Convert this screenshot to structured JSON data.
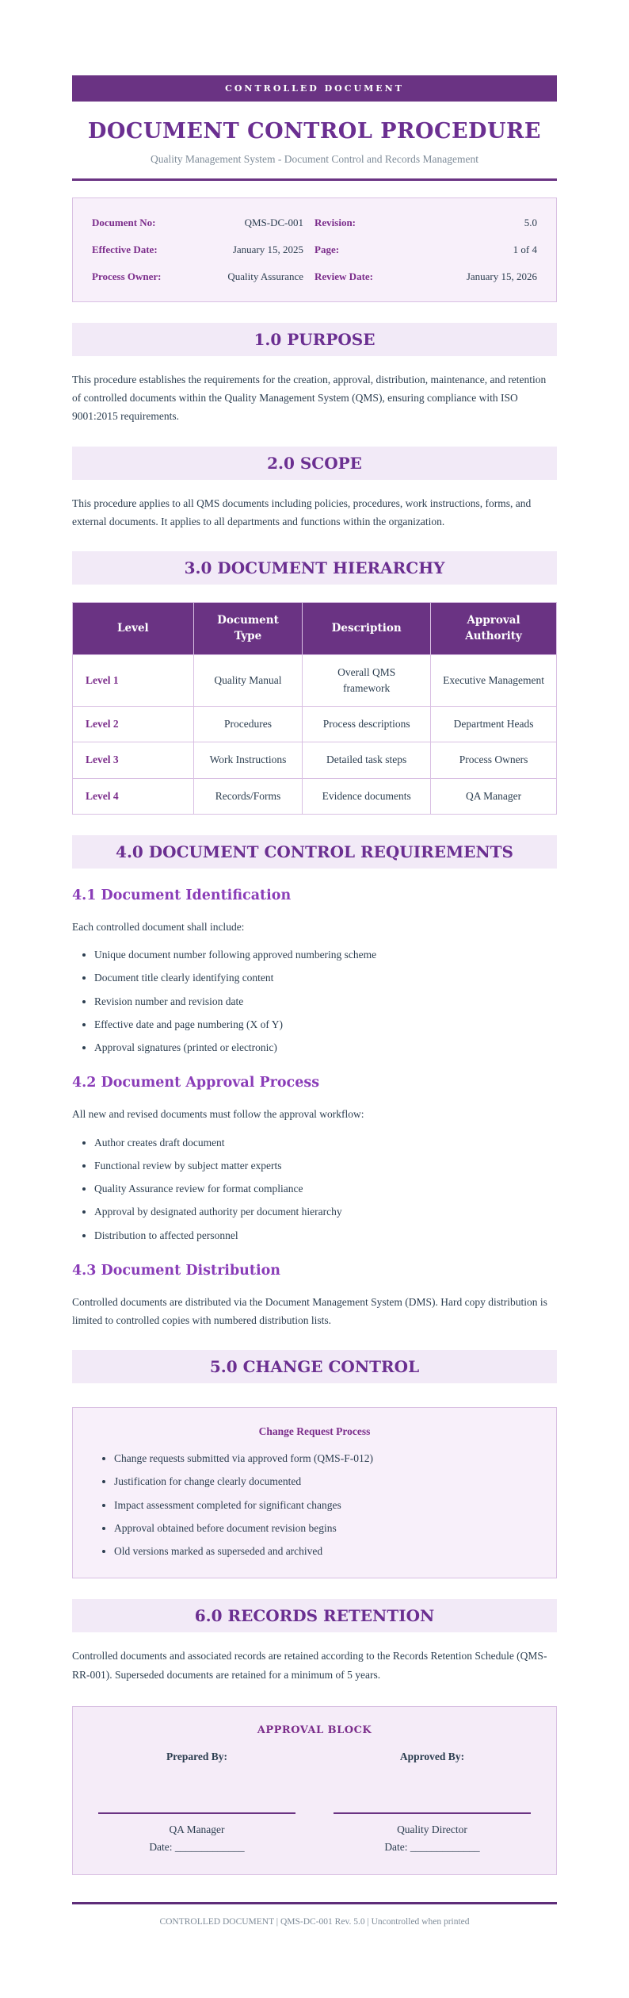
{
  "banner": "CONTROLLED DOCUMENT",
  "title": "DOCUMENT CONTROL PROCEDURE",
  "subtitle": "Quality Management System - Document Control and Records Management",
  "info": {
    "rows": [
      {
        "label1": "Document No:",
        "value1": "QMS-DC-001",
        "label2": "Revision:",
        "value2": "5.0"
      },
      {
        "label1": "Effective Date:",
        "value1": "January 15, 2025",
        "label2": "Page:",
        "value2": "1 of 4"
      },
      {
        "label1": "Process Owner:",
        "value1": "Quality Assurance",
        "label2": "Review Date:",
        "value2": "January 15, 2026"
      }
    ]
  },
  "sections": {
    "purpose": {
      "heading": "1.0 PURPOSE",
      "body": "This procedure establishes the requirements for the creation, approval, distribution, maintenance, and retention of controlled documents within the Quality Management System (QMS), ensuring compliance with ISO 9001:2015 requirements."
    },
    "scope": {
      "heading": "2.0 SCOPE",
      "body": "This procedure applies to all QMS documents including policies, procedures, work instructions, forms, and external documents. It applies to all departments and functions within the organization."
    },
    "hierarchy": {
      "heading": "3.0 DOCUMENT HIERARCHY",
      "table": {
        "headers": [
          "Level",
          "Document Type",
          "Description",
          "Approval Authority"
        ],
        "rows": [
          {
            "level": "Level 1",
            "type": "Quality Manual",
            "description": "Overall QMS framework",
            "authority": "Executive Management"
          },
          {
            "level": "Level 2",
            "type": "Procedures",
            "description": "Process descriptions",
            "authority": "Department Heads"
          },
          {
            "level": "Level 3",
            "type": "Work Instructions",
            "description": "Detailed task steps",
            "authority": "Process Owners"
          },
          {
            "level": "Level 4",
            "type": "Records/Forms",
            "description": "Evidence documents",
            "authority": "QA Manager"
          }
        ]
      }
    },
    "requirements": {
      "heading": "4.0 DOCUMENT CONTROL REQUIREMENTS",
      "identification": {
        "heading": "4.1 Document Identification",
        "intro": "Each controlled document shall include:",
        "bullets": [
          "Unique document number following approved numbering scheme",
          "Document title clearly identifying content",
          "Revision number and revision date",
          "Effective date and page numbering (X of Y)",
          "Approval signatures (printed or electronic)"
        ]
      },
      "approval": {
        "heading": "4.2 Document Approval Process",
        "intro": "All new and revised documents must follow the approval workflow:",
        "bullets": [
          "Author creates draft document",
          "Functional review by subject matter experts",
          "Quality Assurance review for format compliance",
          "Approval by designated authority per document hierarchy",
          "Distribution to affected personnel"
        ]
      },
      "distribution": {
        "heading": "4.3 Document Distribution",
        "body": "Controlled documents are distributed via the Document Management System (DMS). Hard copy distribution is limited to controlled copies with numbered distribution lists."
      }
    },
    "change": {
      "heading": "5.0 CHANGE CONTROL",
      "box_title": "Change Request Process",
      "bullets": [
        "Change requests submitted via approved form (QMS-F-012)",
        "Justification for change clearly documented",
        "Impact assessment completed for significant changes",
        "Approval obtained before document revision begins",
        "Old versions marked as superseded and archived"
      ]
    },
    "retention": {
      "heading": "6.0 RECORDS RETENTION",
      "body": "Controlled documents and associated records are retained according to the Records Retention Schedule (QMS-RR-001). Superseded documents are retained for a minimum of 5 years."
    }
  },
  "approval_block": {
    "title": "APPROVAL BLOCK",
    "prepared": {
      "label": "Prepared By:",
      "role": "QA Manager",
      "date": "Date: _____________"
    },
    "approved": {
      "label": "Approved By:",
      "role": "Quality Director",
      "date": "Date: _____________"
    }
  },
  "footer": "CONTROLLED DOCUMENT | QMS-DC-001 Rev. 5.0 | Uncontrolled when printed",
  "colors": {
    "primary_purple": "#6a3383",
    "heading_purple": "#6b2f91",
    "subheading_purple": "#8a3db8",
    "label_purple": "#7b2d8b",
    "band_background": "#f2eaf7",
    "box_background": "#f8f0fa",
    "border_light": "#d9c0e3",
    "body_text": "#2c3e50",
    "muted_text": "#7f8c99"
  }
}
